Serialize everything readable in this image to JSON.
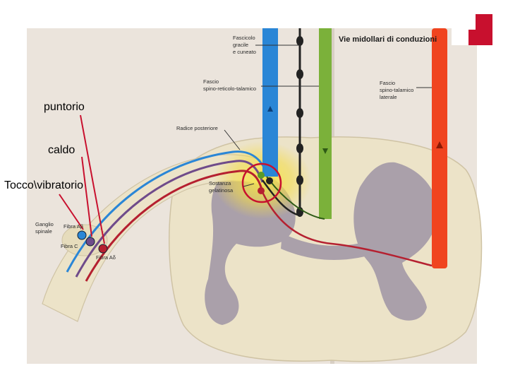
{
  "slide": {
    "overlay_labels": {
      "puntorio": "puntorio",
      "caldo": "caldo",
      "tocco": "Tocco\\vibratorio"
    }
  },
  "figure": {
    "title": "Vie midollari di conduzioni",
    "labels": {
      "fascicolo_line1": "Fascicolo",
      "fascicolo_line2": "gracile",
      "fascicolo_line3": "e cuneato",
      "fascio_sr_line1": "Fascio",
      "fascio_sr_line2": "spino-reticolo-talamico",
      "fascio_st_line1": "Fascio",
      "fascio_st_line2": "spino-talamico",
      "fascio_st_line3": "laterale",
      "radice": "Radice posteriore",
      "sostanza_line1": "Sostanza",
      "sostanza_line2": "gelatinosa",
      "ganglio_line1": "Ganglio",
      "ganglio_line2": "spinale",
      "fibra_ab": "Fibra Aβ",
      "fibra_c": "Fibra C",
      "fibra_ad": "Fibra Aδ"
    }
  },
  "colors": {
    "accent_red": "#c8102e",
    "tissue": "#ece3c8",
    "gray_matter": "#aaa0aa",
    "tract_blue": "#2a86d6",
    "tract_green": "#7bb13a",
    "tract_orange": "#f0441f",
    "fiber_red": "#b52030",
    "highlight_yellow": "#f3d635"
  }
}
